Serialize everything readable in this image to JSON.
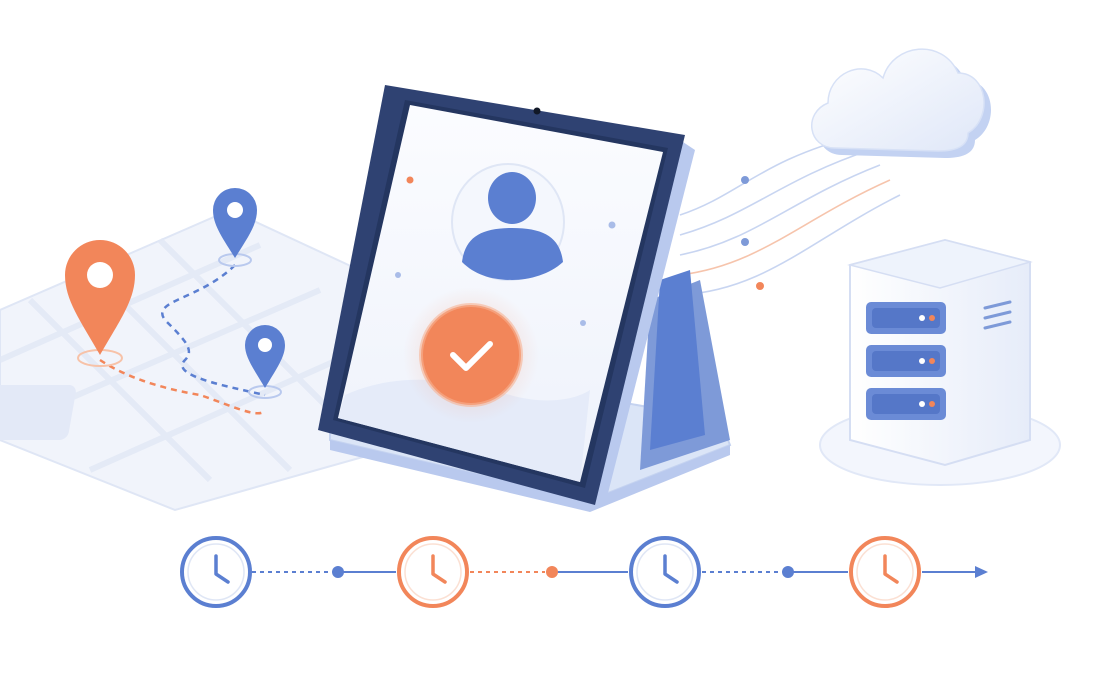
{
  "illustration": {
    "subject": "tablet-attendance-check-in",
    "elements": [
      "map-panel",
      "location-pins",
      "tablet-kiosk",
      "user-avatar",
      "checkmark-badge",
      "sync-lines",
      "cloud",
      "server-rack",
      "timeline-clocks"
    ]
  },
  "colors": {
    "primary_blue": "#5b7fd1",
    "dark_navy": "#2f4272",
    "accent_orange": "#f2865a",
    "light_blue": "#dbe5f7",
    "map_fill": "#eef2fb",
    "background": "#ffffff"
  },
  "icons": {
    "location_pin": "map-pin-icon",
    "user": "user-avatar-icon",
    "check": "checkmark-icon",
    "cloud": "cloud-icon",
    "server": "server-icon",
    "clock": "clock-icon",
    "arrow": "arrow-right-icon"
  },
  "timeline": {
    "clocks": [
      {
        "color": "blue"
      },
      {
        "color": "orange"
      },
      {
        "color": "blue"
      },
      {
        "color": "orange"
      }
    ]
  }
}
